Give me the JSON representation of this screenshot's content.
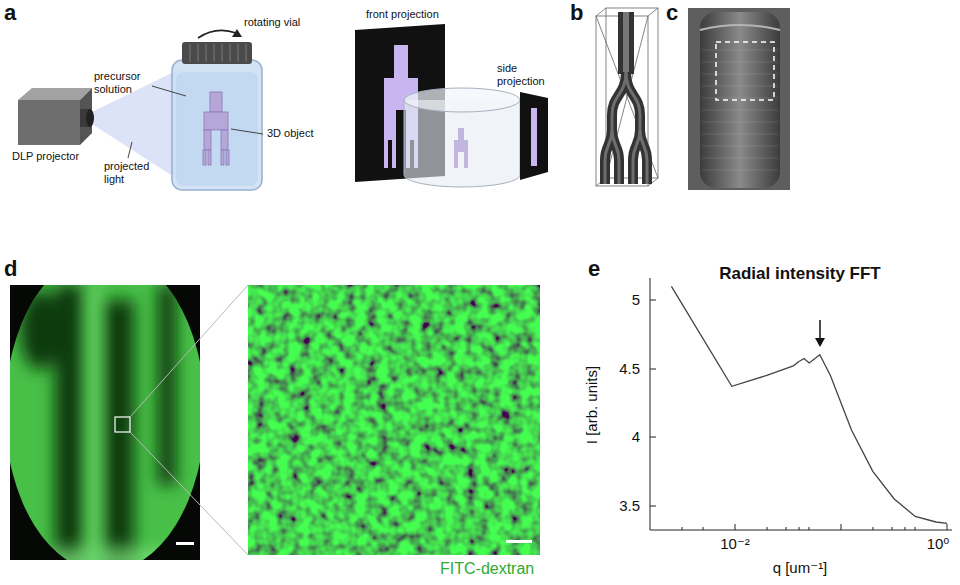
{
  "diagram": {
    "labels": [
      "a",
      "rotating vial",
      "front projection",
      "b",
      "c",
      "precursor solution",
      "side projection",
      "DLP projector",
      "3D object",
      "projected light",
      "d",
      "e",
      "Radial intensity FFT",
      "5",
      "4.5",
      "4",
      "3.5",
      "I [arb. units]",
      "10⁻²",
      "10⁰",
      "q [um⁻¹]",
      "FITC-dextran"
    ]
  }
}
